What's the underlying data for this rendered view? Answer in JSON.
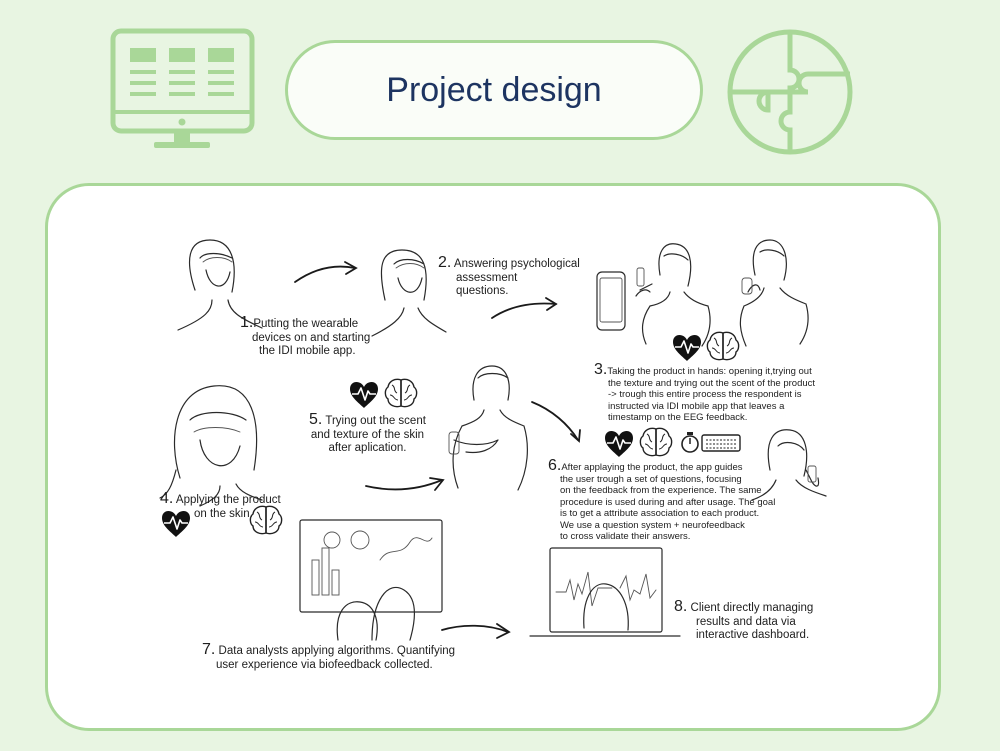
{
  "title": "Project design",
  "steps": [
    {
      "num": "1.",
      "text": [
        "Putting the wearable",
        "devices on and starting",
        "the IDI mobile app."
      ]
    },
    {
      "num": "2.",
      "text": [
        "Answering psychological",
        "assessment",
        " questions."
      ]
    },
    {
      "num": "3.",
      "text": [
        "Taking the product in hands: opening it,trying out",
        "the texture and trying out the scent of the product",
        "-> trough this entire process the respondent is",
        "instructed via IDI mobile app that leaves a",
        "timestamp on the EEG feedback."
      ]
    },
    {
      "num": "4.",
      "text": [
        "Applying the product",
        "on the skin."
      ]
    },
    {
      "num": "5.",
      "text": [
        "Trying out the scent",
        "and texture of the skin",
        "after aplication."
      ]
    },
    {
      "num": "6.",
      "text": [
        "After applaying the product, the app guides",
        "the user trough a set of questions, focusing",
        "on the feedback from the experience. The same",
        "procedure is used during and after usage. The goal",
        "is to get a attribute association to each product.",
        "We use a question system + neurofeedback",
        "to cross validate their answers."
      ]
    },
    {
      "num": "7.",
      "text": [
        "Data analysts applying algorithms. Quantifying",
        "user experience via biofeedback collected."
      ]
    },
    {
      "num": "8.",
      "text": [
        "Client directly managing",
        "results and data via",
        "interactive dashboard."
      ]
    }
  ],
  "icons": {
    "monitor": "monitor-icon",
    "puzzle": "puzzle-icon",
    "heart": "heart-pulse-icon",
    "brain": "brain-icon",
    "stopwatch": "stopwatch-icon",
    "keyboard": "keyboard-icon"
  },
  "colors": {
    "background": "#e8f5e2",
    "accent": "#a9d798",
    "title": "#1d3461"
  }
}
